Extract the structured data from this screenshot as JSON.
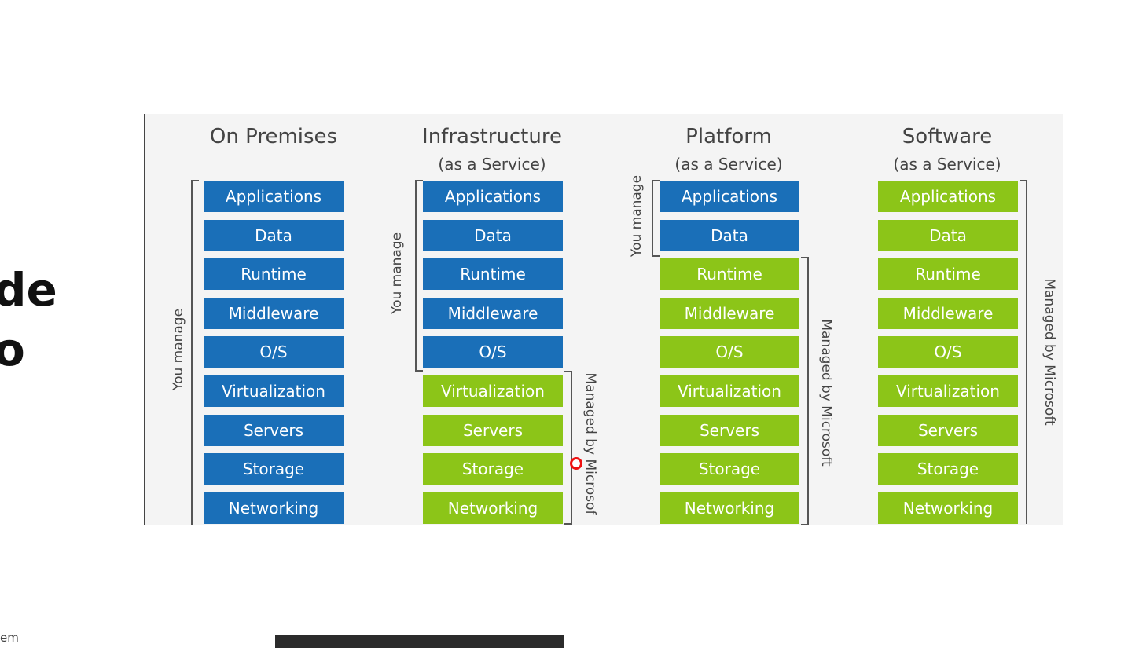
{
  "left": {
    "line1": "de",
    "line2": "o",
    "link": "em"
  },
  "columns": [
    {
      "title": "On Premises",
      "subtitle": ""
    },
    {
      "title": "Infrastructure",
      "subtitle": "(as a Service)"
    },
    {
      "title": "Platform",
      "subtitle": "(as a Service)"
    },
    {
      "title": "Software",
      "subtitle": "(as a Service)"
    }
  ],
  "layers": [
    "Applications",
    "Data",
    "Runtime",
    "Middleware",
    "O/S",
    "Virtualization",
    "Servers",
    "Storage",
    "Networking"
  ],
  "you_managed_counts": [
    9,
    5,
    2,
    0
  ],
  "labels": {
    "you_manage": "You manage",
    "managed_by_microsoft": "Managed by Microsoft",
    "managed_by_microsoft_cut": "Managed by Microsof"
  },
  "colors": {
    "you_manage": "#1a6fb8",
    "managed": "#8cc518"
  }
}
